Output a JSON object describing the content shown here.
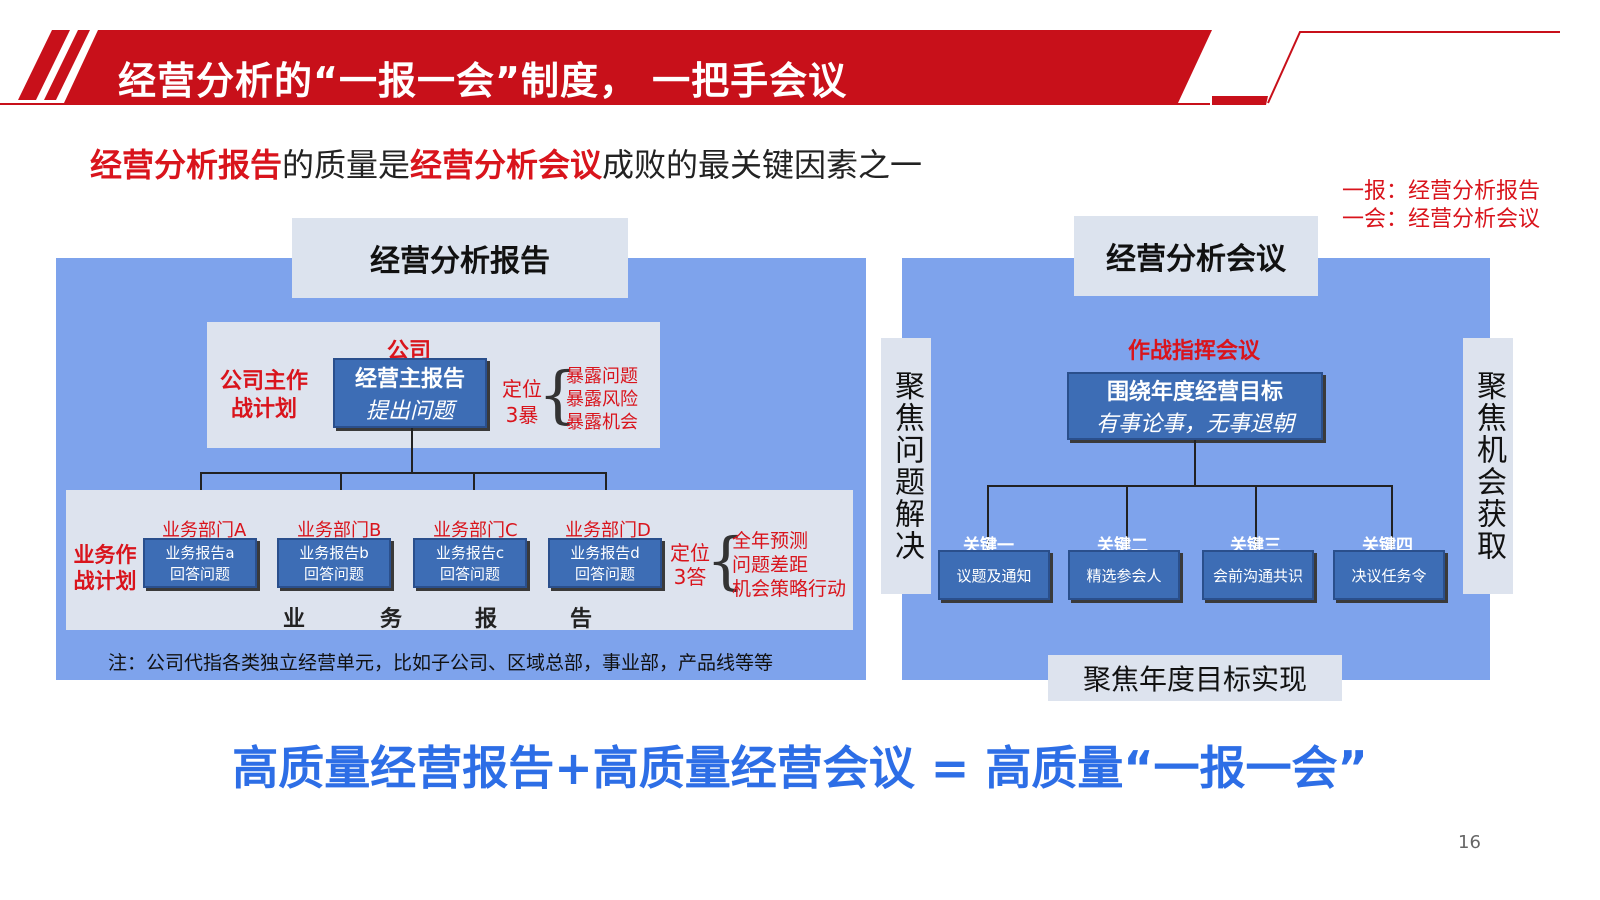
{
  "banner": {
    "title": "经营分析的“一报一会”制度，  一把手会议",
    "color": "#c8101a"
  },
  "subtitle": {
    "part1": "经营分析报告",
    "part2": "的质量是",
    "part3": "经营分析会议",
    "part4": "成败的最关键因素之一"
  },
  "legend_note": {
    "line1": "一报：经营分析报告",
    "line2": "一会：经营分析会议"
  },
  "left_panel": {
    "header": "经营分析报告",
    "company_label": "公司",
    "company_plan_label": "公司主作战计划",
    "main_report": {
      "title": "经营主报告",
      "subtitle": "提出问题"
    },
    "positioning": {
      "label1": "定位",
      "label2": "3暴"
    },
    "exposures": [
      "暴露问题",
      "暴露风险",
      "暴露机会"
    ],
    "business_plan_label": "业务作战计划",
    "departments": [
      {
        "name": "业务部门A",
        "report": "业务报告a",
        "sub": "回答问题"
      },
      {
        "name": "业务部门B",
        "report": "业务报告b",
        "sub": "回答问题"
      },
      {
        "name": "业务部门C",
        "report": "业务报告c",
        "sub": "回答问题"
      },
      {
        "name": "业务部门D",
        "report": "业务报告d",
        "sub": "回答问题"
      }
    ],
    "dept_positioning": {
      "label1": "定位",
      "label2": "3答"
    },
    "answers": [
      "全年预测",
      "问题差距",
      "机会策略行动"
    ],
    "business_report_chars": [
      "业",
      "务",
      "报",
      "告"
    ],
    "note": "注：公司代指各类独立经营单元，比如子公司、区域总部，事业部，产品线等等"
  },
  "right_panel": {
    "header": "经营分析会议",
    "meeting_label": "作战指挥会议",
    "goal_box": {
      "title": "围绕年度经营目标",
      "subtitle": "有事论事，无事退朝"
    },
    "left_vertical": "聚焦问题解决",
    "right_vertical": "聚焦机会获取",
    "keys": [
      {
        "name": "关键一",
        "action": "议题及通知"
      },
      {
        "name": "关键二",
        "action": "精选参会人"
      },
      {
        "name": "关键三",
        "action": "会前沟通共识"
      },
      {
        "name": "关键四",
        "action": "决议任务令"
      }
    ],
    "bottom_label": "聚焦年度目标实现"
  },
  "formula": "高质量经营报告+高质量经营会议  =  高质量“一报一会”",
  "page_number": "16",
  "colors": {
    "accent_red": "#d9141c",
    "panel_blue": "#7ea3ec",
    "box_blue": "#3d6db5",
    "formula_blue": "#2d6ee6",
    "header_gray": "#dce3ee"
  }
}
